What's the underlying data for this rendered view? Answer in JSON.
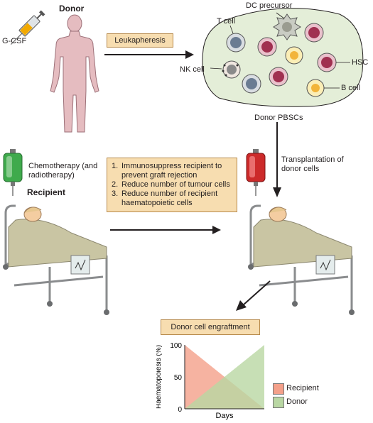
{
  "donor_section": {
    "donor_label": "Donor",
    "gcsf_label": "G-CSF",
    "leukapheresis_label": "Leukapheresis"
  },
  "pbsc_section": {
    "cells": {
      "dc_precursor": "DC precursor",
      "t_cell": "T cell",
      "nk_cell": "NK cell",
      "hsc": "HSC",
      "b_cell": "B cell"
    },
    "caption": "Donor PBSCs",
    "transplant_label": "Transplantation of donor cells"
  },
  "recipient_section": {
    "chemo_label": "Chemotherapy (and radiotherapy)",
    "recipient_label": "Recipient",
    "steps": [
      {
        "num": "1.",
        "text": "Immunosuppress recipient to prevent graft rejection"
      },
      {
        "num": "2.",
        "text": "Reduce number of tumour cells"
      },
      {
        "num": "3.",
        "text": "Reduce number of recipient haematopoietic cells"
      }
    ]
  },
  "engraftment_chart": {
    "title": "Donor cell engraftment"
  },
  "chart_data": {
    "type": "area",
    "title": "Donor cell engraftment",
    "xlabel": "Days",
    "ylabel": "Haematopoiesis (%)",
    "yticks": [
      "0",
      "50",
      "100"
    ],
    "ylim": [
      0,
      100
    ],
    "x": [
      0,
      1
    ],
    "series": [
      {
        "name": "Recipient",
        "values": [
          100,
          0
        ],
        "color": "#f4a08a"
      },
      {
        "name": "Donor",
        "values": [
          0,
          100
        ],
        "color": "#b9d7a3"
      }
    ],
    "legend_position": "right"
  },
  "colors": {
    "skin": "#e5bcc0",
    "skin_outline": "#9c7078",
    "plasma": "#e4eed8",
    "box_fill": "#f7ddb0",
    "box_border": "#b78a4c",
    "green_bag": "#3faa4c",
    "red_bag": "#cc2a2a",
    "bed_frame": "#8a8c8e",
    "blanket": "#c9c5a3"
  }
}
